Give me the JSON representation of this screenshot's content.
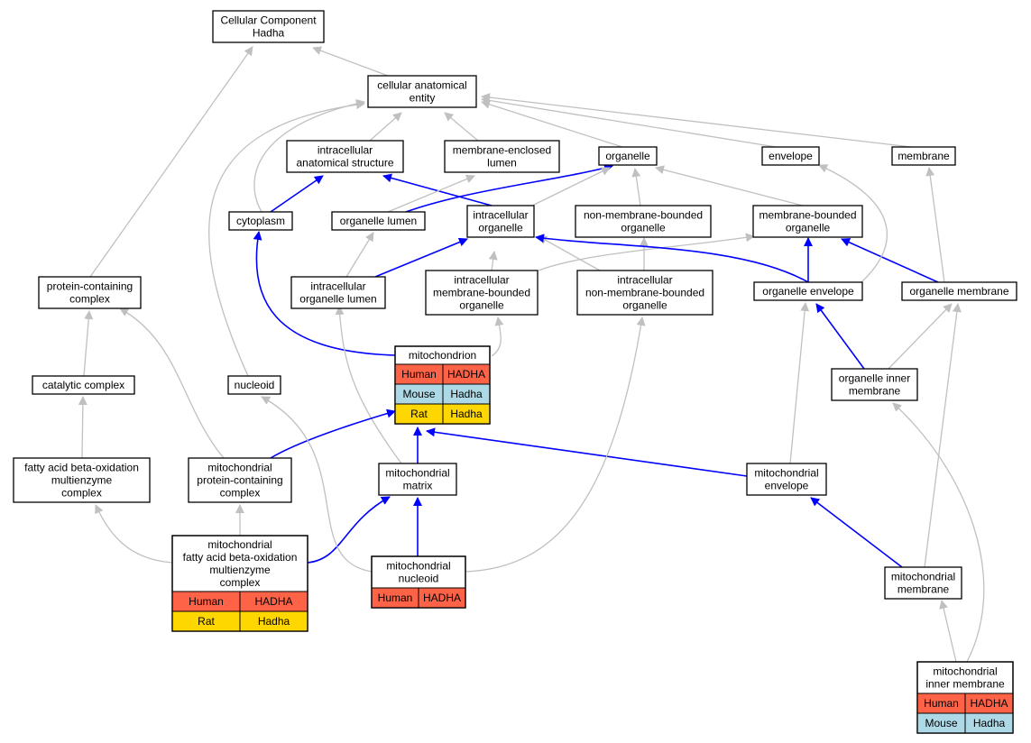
{
  "colors": {
    "human": "#ff6347",
    "mouse": "#add8e6",
    "rat": "#ffd700",
    "edge_blue": "#0000ff",
    "edge_gray": "#c0c0c0"
  },
  "nodes": {
    "root": [
      "Cellular Component",
      "Hadha"
    ],
    "cae": [
      "cellular anatomical",
      "entity"
    ],
    "ias": [
      "intracellular",
      "anatomical structure"
    ],
    "mel": [
      "membrane-enclosed",
      "lumen"
    ],
    "organelle": [
      "organelle"
    ],
    "envelope": [
      "envelope"
    ],
    "membrane": [
      "membrane"
    ],
    "cytoplasm": [
      "cytoplasm"
    ],
    "olumen": [
      "organelle lumen"
    ],
    "iorg": [
      "intracellular",
      "organelle"
    ],
    "nmbo": [
      "non-membrane-bounded",
      "organelle"
    ],
    "mbo": [
      "membrane-bounded",
      "organelle"
    ],
    "pcc": [
      "protein-containing",
      "complex"
    ],
    "iol": [
      "intracellular",
      "organelle lumen"
    ],
    "imbo": [
      "intracellular",
      "membrane-bounded",
      "organelle"
    ],
    "inmbo": [
      "intracellular",
      "non-membrane-bounded",
      "organelle"
    ],
    "oenv": [
      "organelle envelope"
    ],
    "omem": [
      "organelle membrane"
    ],
    "mito": [
      "mitochondrion"
    ],
    "catc": [
      "catalytic complex"
    ],
    "nucleoid": [
      "nucleoid"
    ],
    "oim": [
      "organelle inner",
      "membrane"
    ],
    "fao": [
      "fatty acid beta-oxidation",
      "multienzyme",
      "complex"
    ],
    "mpcc": [
      "mitochondrial",
      "protein-containing",
      "complex"
    ],
    "mmatrix": [
      "mitochondrial",
      "matrix"
    ],
    "menv": [
      "mitochondrial",
      "envelope"
    ],
    "mfao": [
      "mitochondrial",
      "fatty acid beta-oxidation",
      "multienzyme",
      "complex"
    ],
    "mnuc": [
      "mitochondrial",
      "nucleoid"
    ],
    "mmem": [
      "mitochondrial",
      "membrane"
    ],
    "mim": [
      "mitochondrial",
      "inner membrane"
    ]
  },
  "annotations": {
    "mito": [
      [
        "Human",
        "HADHA"
      ],
      [
        "Mouse",
        "Hadha"
      ],
      [
        "Rat",
        "Hadha"
      ]
    ],
    "mfao": [
      [
        "Human",
        "HADHA"
      ],
      [
        "Rat",
        "Hadha"
      ]
    ],
    "mnuc": [
      [
        "Human",
        "HADHA"
      ]
    ],
    "mim": [
      [
        "Human",
        "HADHA"
      ],
      [
        "Mouse",
        "Hadha"
      ]
    ]
  }
}
